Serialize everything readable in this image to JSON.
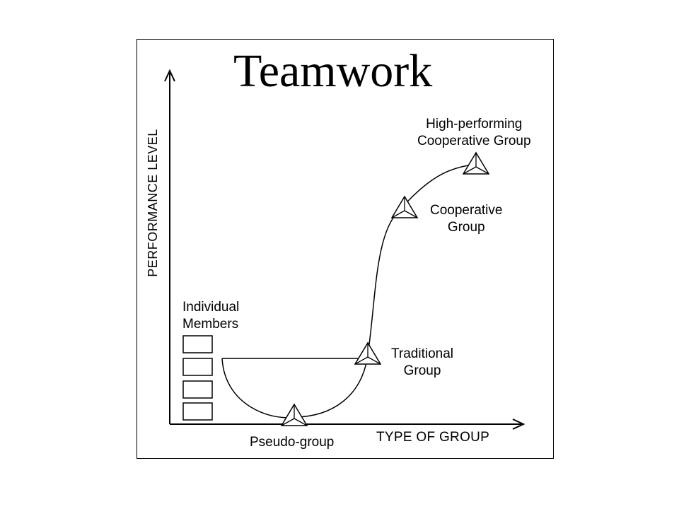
{
  "title": "Teamwork",
  "axes": {
    "y_label": "PERFORMANCE LEVEL",
    "x_label": "TYPE OF GROUP"
  },
  "stages": {
    "individual": {
      "line1": "Individual",
      "line2": "Members",
      "member_count": 4
    },
    "pseudo": {
      "label": "Pseudo-group"
    },
    "traditional": {
      "line1": "Traditional",
      "line2": "Group"
    },
    "cooperative": {
      "line1": "Cooperative",
      "line2": "Group"
    },
    "high": {
      "line1": "High-performing",
      "line2": "Cooperative Group"
    }
  },
  "colors": {
    "line": "#000000",
    "background": "#ffffff"
  }
}
